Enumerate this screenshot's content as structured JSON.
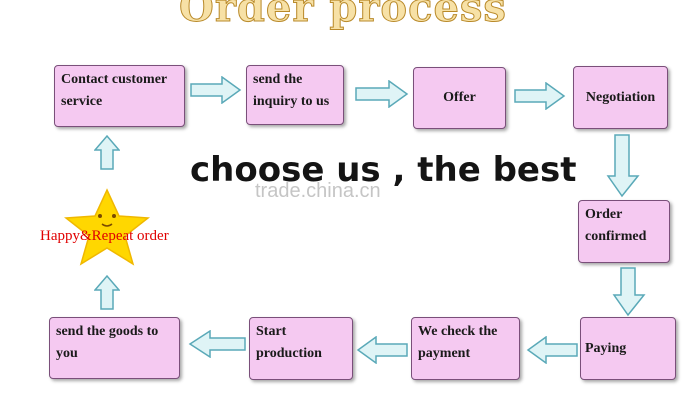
{
  "diagram": {
    "title": "Order process",
    "steps": {
      "contact": "Contact customer service",
      "inquiry": "send the inquiry to us",
      "offer": "Offer",
      "negotiation": "Negotiation",
      "confirmed": "Order confirmed",
      "paying": "Paying",
      "check_payment": "We check the payment",
      "production": "Start production",
      "send_goods": "send the goods to you"
    },
    "happy_label": "Happy&Repeat order"
  },
  "watermarks": {
    "slogan": "choose us , the best",
    "site": "trade.china.cn"
  },
  "colors": {
    "box_fill": "#f5c9f1",
    "box_border": "#7a4f7a",
    "arrow_fill": "#dff4f6",
    "arrow_stroke": "#5aa9b8",
    "title_fill": "#f7e1a6",
    "star": "#ffd700",
    "happy_text": "#e00000"
  }
}
